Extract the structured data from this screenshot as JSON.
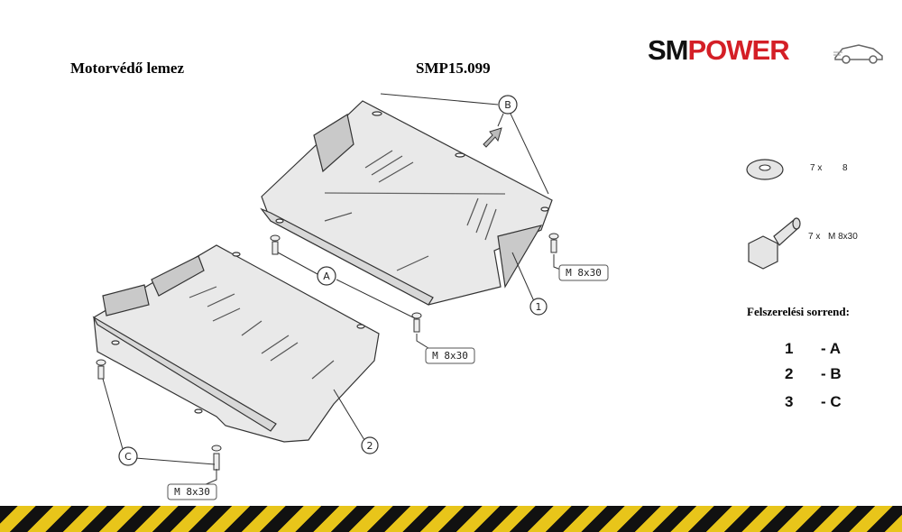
{
  "header": {
    "title": "Motorvédő lemez",
    "code": "SMP15.099",
    "brand_part1": "SM",
    "brand_part2": "POWER"
  },
  "callouts": {
    "a": "A",
    "b": "B",
    "c": "C",
    "part1": "1",
    "part2": "2",
    "bolt_a": "M 8x30",
    "bolt_b": "M 8x30",
    "bolt_c": "M 8x30"
  },
  "hardware": {
    "washer_qty": "7 x",
    "washer_size": "8",
    "bolt_qty": "7 x",
    "bolt_size": "M 8x30"
  },
  "sequence": {
    "title": "Felszerelési sorrend:",
    "steps": [
      {
        "num": "1",
        "label": "- A"
      },
      {
        "num": "2",
        "label": "- B"
      },
      {
        "num": "3",
        "label": "- C"
      }
    ]
  },
  "colors": {
    "plate": "#e9e9e9",
    "plate_shadow": "#c9c9c9",
    "brand_red": "#d41f26",
    "hazard_yellow": "#e8c51a",
    "hazard_black": "#111111"
  }
}
